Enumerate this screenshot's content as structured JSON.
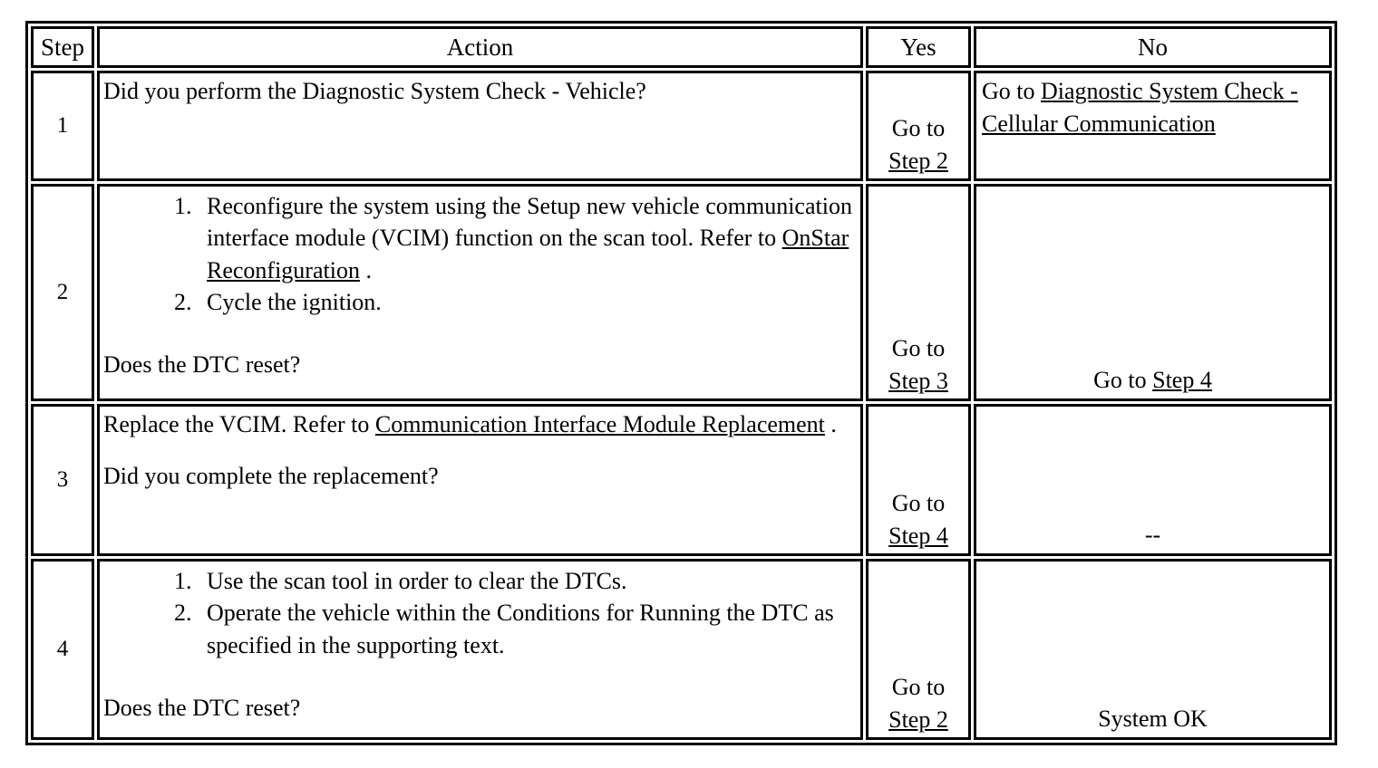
{
  "table": {
    "headers": {
      "step": "Step",
      "action": "Action",
      "yes": "Yes",
      "no": "No"
    },
    "rows": [
      {
        "step": "1",
        "action": {
          "intro": "Did you perform the Diagnostic System Check - Vehicle?",
          "list": [],
          "question": ""
        },
        "yes": {
          "prefix": "Go to",
          "link": "Step 2"
        },
        "no": {
          "prefix": "Go to ",
          "link": "Diagnostic System Check - Cellular Communication",
          "plain": ""
        }
      },
      {
        "step": "2",
        "action": {
          "intro": "",
          "list": [
            {
              "pre": "Reconfigure the system using the Setup new vehicle communication interface module (VCIM) function on the scan tool. Refer to ",
              "link": "OnStar Reconfiguration",
              "post": " ."
            },
            {
              "pre": "Cycle the ignition.",
              "link": "",
              "post": ""
            }
          ],
          "question": "Does the DTC reset?"
        },
        "yes": {
          "prefix": "Go to",
          "link": "Step 3"
        },
        "no": {
          "prefix": "Go to ",
          "link": "Step 4",
          "plain": ""
        }
      },
      {
        "step": "3",
        "action": {
          "intro_pre": "Replace the VCIM. Refer to ",
          "intro_link": "Communication Interface Module Replacement",
          "intro_post": " .",
          "list": [],
          "question": "Did you complete the replacement?"
        },
        "yes": {
          "prefix": "Go to",
          "link": "Step 4"
        },
        "no": {
          "prefix": "",
          "link": "",
          "plain": "--"
        }
      },
      {
        "step": "4",
        "action": {
          "intro": "",
          "list": [
            {
              "pre": "Use the scan tool in order to clear the DTCs.",
              "link": "",
              "post": ""
            },
            {
              "pre": "Operate the vehicle within the Conditions for Running the DTC as specified in the supporting text.",
              "link": "",
              "post": ""
            }
          ],
          "question": "Does the DTC reset?"
        },
        "yes": {
          "prefix": "Go to",
          "link": "Step 2"
        },
        "no": {
          "prefix": "",
          "link": "",
          "plain": "System OK"
        }
      }
    ]
  }
}
